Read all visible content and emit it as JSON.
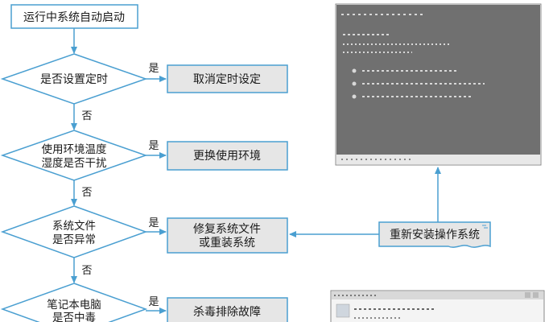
{
  "flow": {
    "start": "运行中系统自动启动",
    "decisions": [
      [
        "是否设置定时"
      ],
      [
        "使用环境温度",
        "湿度是否干扰"
      ],
      [
        "系统文件",
        "是否异常"
      ],
      [
        "笔记本电脑",
        "是否中毒"
      ]
    ],
    "actions": [
      [
        "取消定时设定"
      ],
      [
        "更换使用环境"
      ],
      [
        "修复系统文件",
        "或重装系统"
      ],
      [
        "杀毒排除故障"
      ]
    ],
    "yes_label": "是",
    "no_label": "否"
  },
  "callout": {
    "label": "重新安装操作系统"
  },
  "colors": {
    "box_fill": "#e6e6e6",
    "box_stroke": "#4a9fd1",
    "line": "#4a9fd1",
    "screen_bg": "#707070",
    "start_fill": "#ffffff"
  }
}
